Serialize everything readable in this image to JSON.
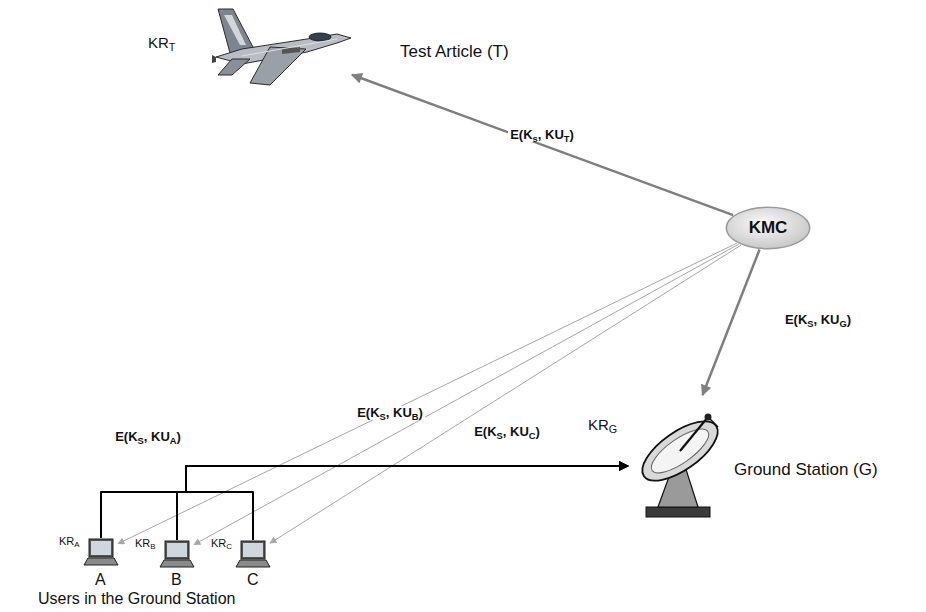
{
  "diagram": {
    "nodes": [
      {
        "text": [
          "KRT",
          "Test Article (T)"
        ]
      },
      {
        "text": [
          "KMC"
        ]
      },
      {
        "text": [
          "KRG",
          "Ground Station (G)"
        ]
      },
      {
        "text": [
          "KRA",
          "A"
        ]
      },
      {
        "text": [
          "KRB",
          "B"
        ]
      },
      {
        "text": [
          "KRC",
          "C"
        ]
      }
    ],
    "edges": [
      {
        "from": 1,
        "to": 0,
        "arrow": "to",
        "label": "E(Ks, KUT)"
      },
      {
        "from": 1,
        "to": 2,
        "arrow": "to",
        "label": "E(KS, KUG)"
      },
      {
        "from": 1,
        "to": 3,
        "arrow": "to"
      },
      {
        "from": 1,
        "to": 4,
        "arrow": "to",
        "label": "E(KS, KUB)"
      },
      {
        "from": 1,
        "to": 5,
        "arrow": "to",
        "label": "E(KS, KUC)"
      },
      {
        "from": 3,
        "to": 2,
        "arrow": "to",
        "label": "E(KS, KUA)"
      },
      {
        "from": 4,
        "to": 2,
        "arrow": "to"
      },
      {
        "from": 5,
        "to": 2,
        "arrow": "to"
      }
    ],
    "labels": [
      "Users in the Ground Station"
    ]
  }
}
